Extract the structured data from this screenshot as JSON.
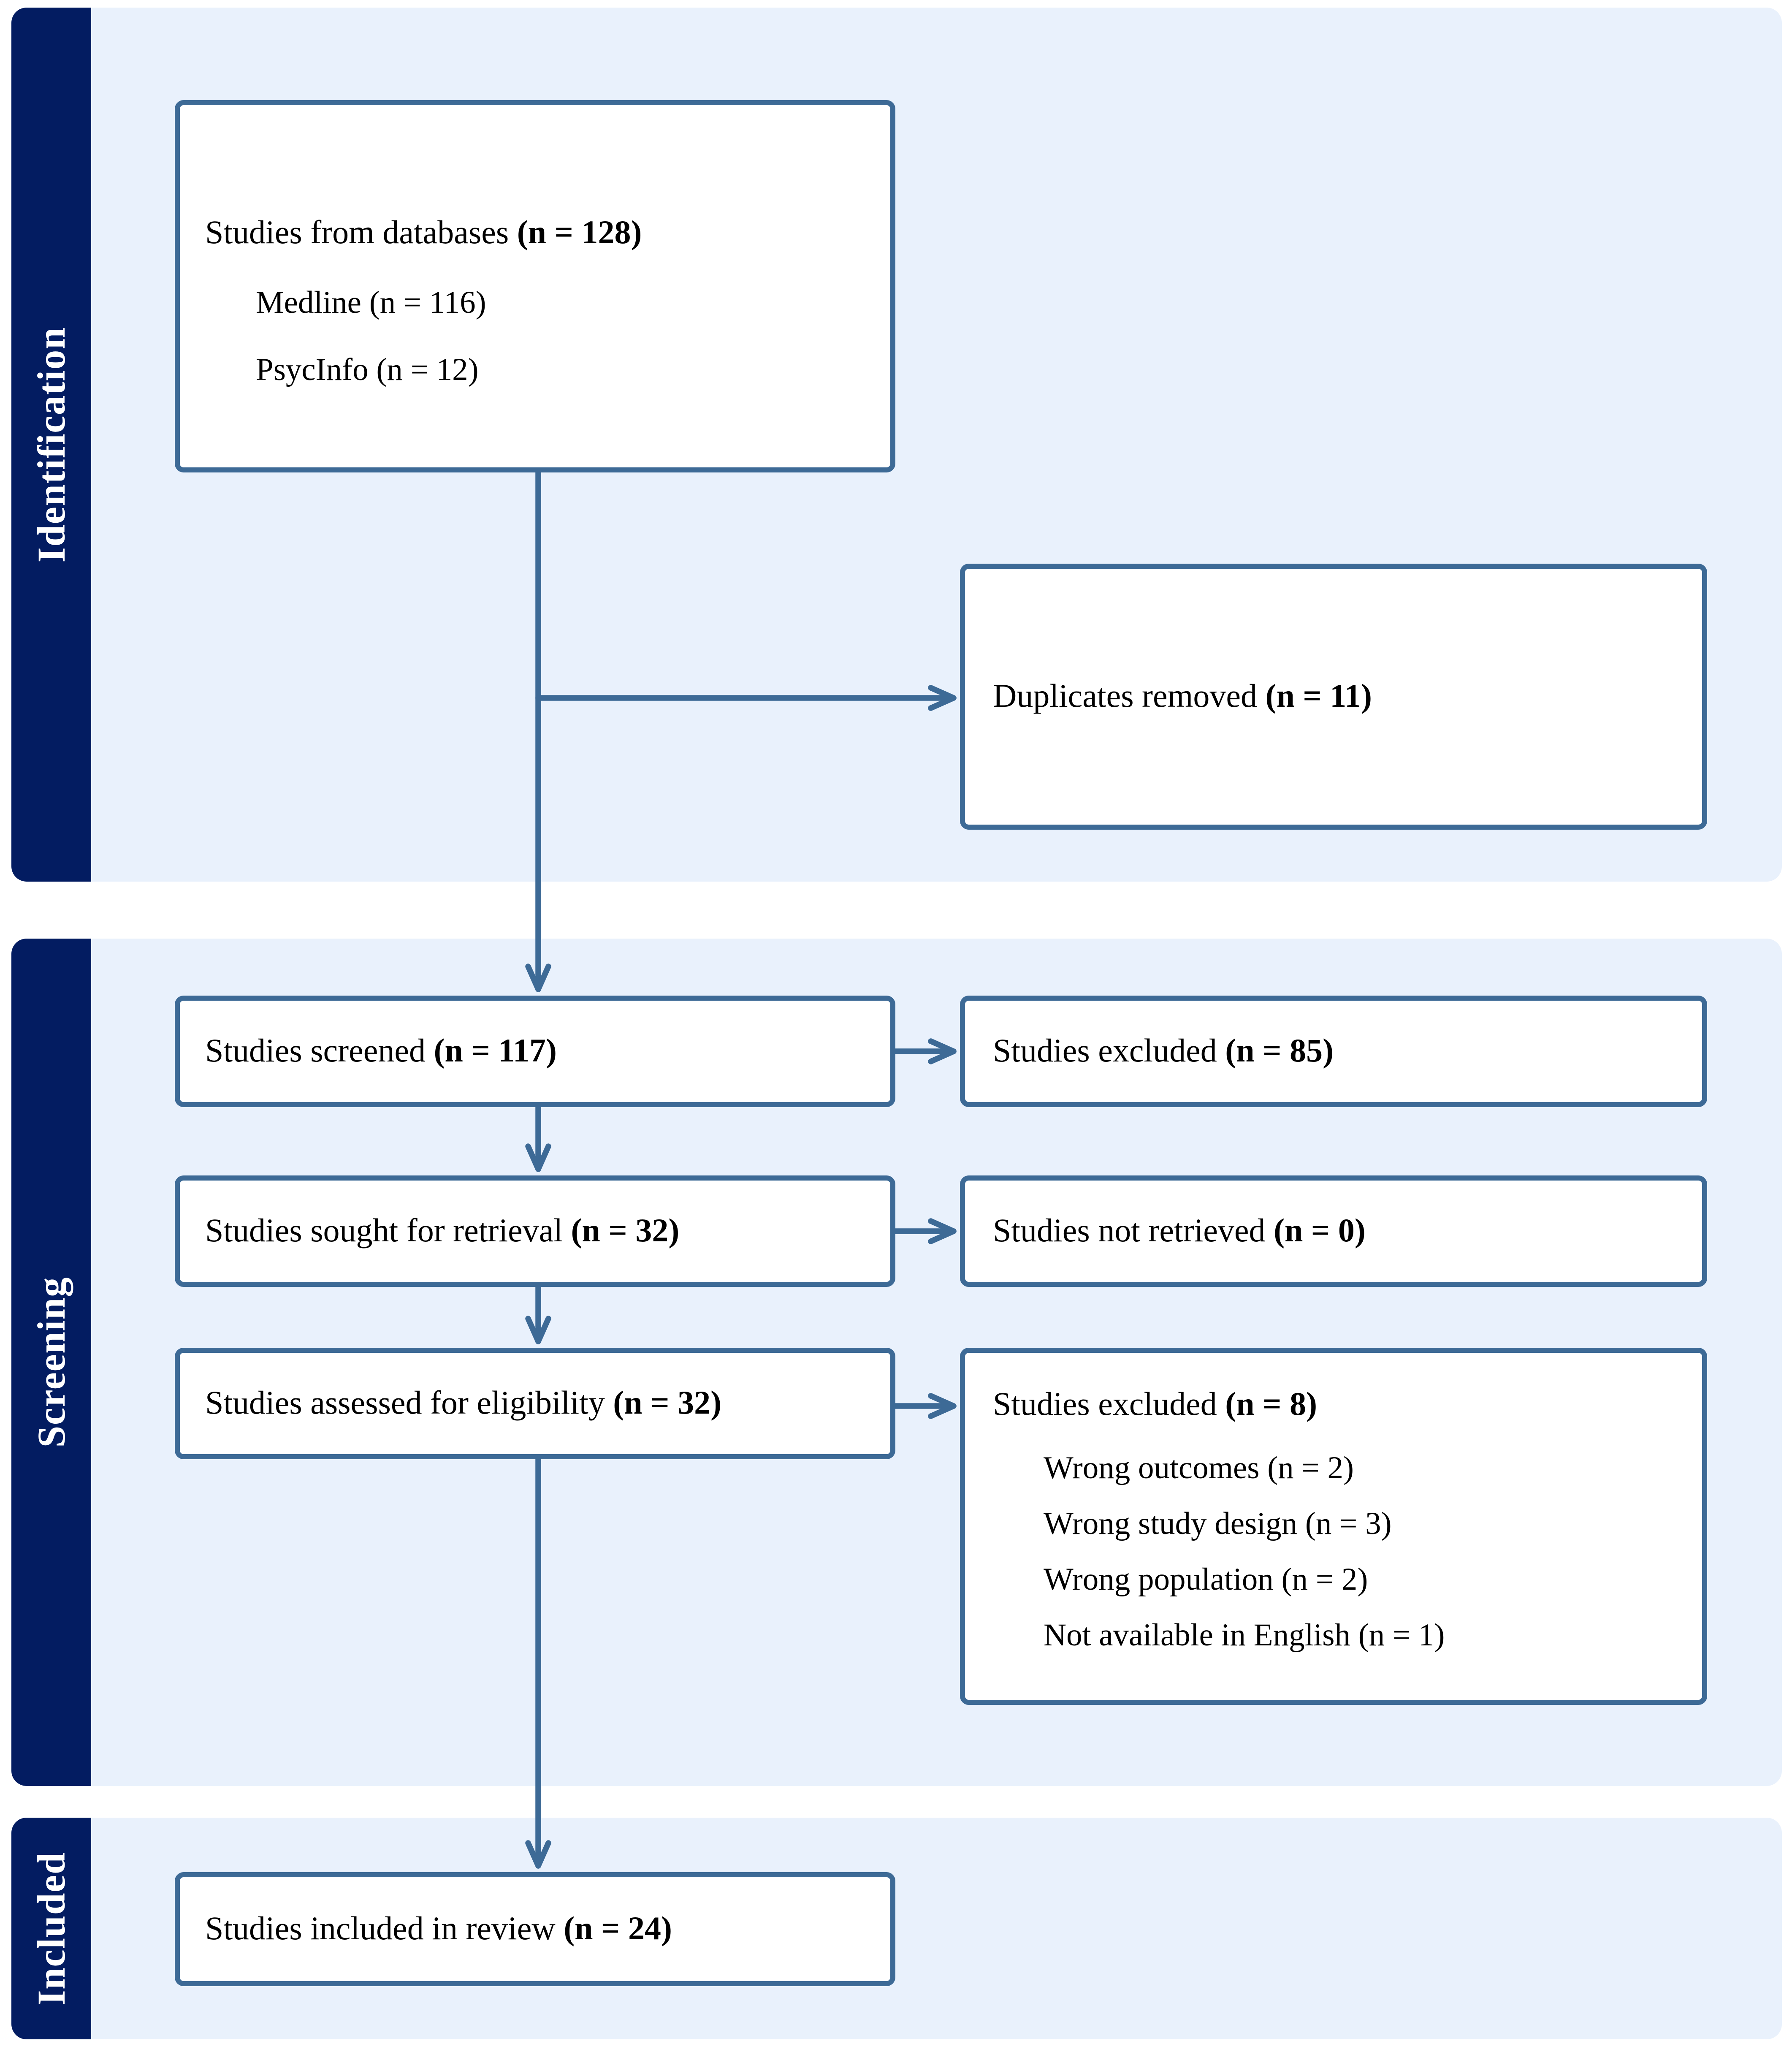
{
  "palette": {
    "stage_navy": "#031c61",
    "band_light_blue": "#e9f1fc",
    "connector_steel_blue": "#3d6a96",
    "box_background": "#ffffff",
    "text_color": "#000000"
  },
  "sidebar": {
    "labels": [
      "Identification",
      "Screening",
      "Included"
    ]
  },
  "boxes": {
    "databases": {
      "label": "Studies from databases",
      "n": "(n = 128)",
      "items": [
        "Medline (n = 116)",
        "PsycInfo (n = 12)"
      ]
    },
    "duplicates": {
      "label": "Duplicates removed",
      "n": "(n = 11)"
    },
    "screened": {
      "label": "Studies screened",
      "n": "(n = 117)"
    },
    "excluded_screening": {
      "label": "Studies excluded",
      "n": "(n = 85)"
    },
    "sought": {
      "label": "Studies sought for retrieval",
      "n": "(n = 32)"
    },
    "not_retrieved": {
      "label": "Studies not retrieved",
      "n": "(n = 0)"
    },
    "assessed": {
      "label": "Studies assessed for eligibility",
      "n": "(n = 32)"
    },
    "excluded_eligibility": {
      "label": "Studies excluded",
      "n": "(n = 8)",
      "items": [
        "Wrong outcomes (n = 2)",
        "Wrong study design (n = 3)",
        "Wrong population (n = 2)",
        "Not available in English (n = 1)"
      ]
    },
    "included": {
      "label": "Studies included in review",
      "n": "(n = 24)"
    }
  }
}
